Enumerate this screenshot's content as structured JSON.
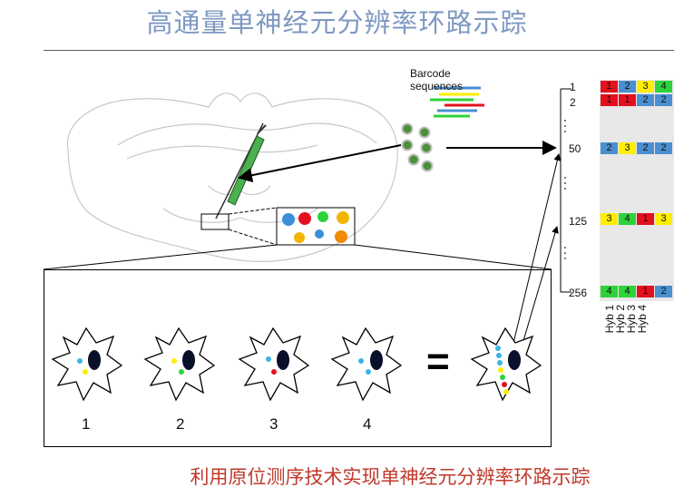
{
  "title": "高通量单神经元分辨率环路示踪",
  "caption": "利用原位测序技术实现单神经元分辨率环路示踪",
  "barcode_label": "Barcode sequences",
  "neuron_numbers": [
    "1",
    "2",
    "3",
    "4"
  ],
  "equals": "=",
  "index_labels": [
    "1",
    "2",
    "50",
    "125",
    "256"
  ],
  "hyb_labels": [
    "Hyb 1",
    "Hyb 2",
    "Hyb 3",
    "Hyb 4"
  ],
  "colors": {
    "red": "#e3101e",
    "blue": "#4a8fd0",
    "yellow": "#ffee00",
    "green": "#2ed23a"
  },
  "codes": [
    {
      "index": "1",
      "cells": [
        {
          "v": "1",
          "c": "red"
        },
        {
          "v": "2",
          "c": "blue"
        },
        {
          "v": "3",
          "c": "yellow"
        },
        {
          "v": "4",
          "c": "green"
        }
      ]
    },
    {
      "index": "2",
      "cells": [
        {
          "v": "1",
          "c": "red"
        },
        {
          "v": "1",
          "c": "red"
        },
        {
          "v": "2",
          "c": "blue"
        },
        {
          "v": "2",
          "c": "blue"
        }
      ]
    },
    {
      "index": "50",
      "cells": [
        {
          "v": "2",
          "c": "blue"
        },
        {
          "v": "3",
          "c": "yellow"
        },
        {
          "v": "2",
          "c": "blue"
        },
        {
          "v": "2",
          "c": "blue"
        }
      ]
    },
    {
      "index": "125",
      "cells": [
        {
          "v": "3",
          "c": "yellow"
        },
        {
          "v": "4",
          "c": "green"
        },
        {
          "v": "1",
          "c": "red"
        },
        {
          "v": "3",
          "c": "yellow"
        }
      ]
    },
    {
      "index": "256",
      "cells": [
        {
          "v": "4",
          "c": "green"
        },
        {
          "v": "4",
          "c": "green"
        },
        {
          "v": "1",
          "c": "red"
        },
        {
          "v": "2",
          "c": "blue"
        }
      ]
    }
  ]
}
